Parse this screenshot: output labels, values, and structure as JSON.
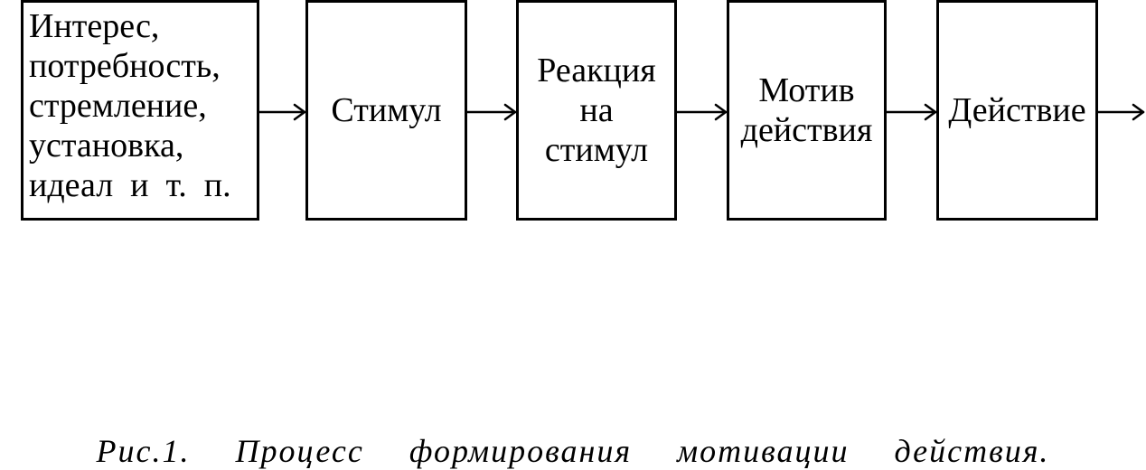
{
  "diagram": {
    "boxes": [
      {
        "lines": [
          "Интерес,",
          "потребность,",
          "стремление,",
          "установка,",
          "идеал  и  т.  п."
        ]
      },
      {
        "lines": [
          "Стимул"
        ]
      },
      {
        "lines": [
          "Реакция",
          "на",
          "стимул"
        ]
      },
      {
        "lines": [
          "Мотив",
          "действия"
        ]
      },
      {
        "lines": [
          "Действие"
        ]
      }
    ]
  },
  "caption": "Рис.1.  Процесс  формирования  мотивации  действия."
}
